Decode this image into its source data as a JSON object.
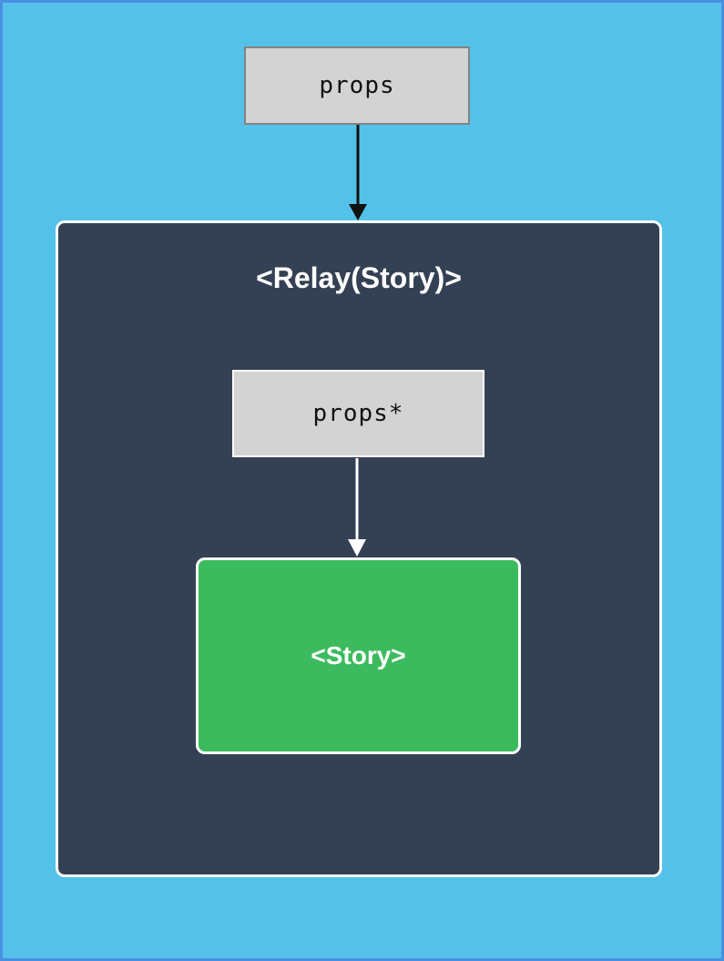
{
  "diagram": {
    "type": "data-flow",
    "input_box": {
      "label": "props"
    },
    "relay_container": {
      "title": "<Relay(Story)>",
      "inner_box": {
        "label": "props*"
      },
      "child_box": {
        "label": "<Story>"
      }
    },
    "arrows": [
      {
        "name": "props-to-relay",
        "color": "#111111",
        "direction": "down"
      },
      {
        "name": "props-star-to-story",
        "color": "#ffffff",
        "direction": "down"
      }
    ]
  },
  "colors": {
    "background": "#54c1e9",
    "outer_border": "#4a8fe2",
    "container_fill": "#344154",
    "container_border": "#ffffff",
    "box_fill": "#d3d3d3",
    "box_border": "#838383",
    "story_fill": "#3cbb5e",
    "arrow_black": "#111111",
    "arrow_white": "#ffffff"
  }
}
